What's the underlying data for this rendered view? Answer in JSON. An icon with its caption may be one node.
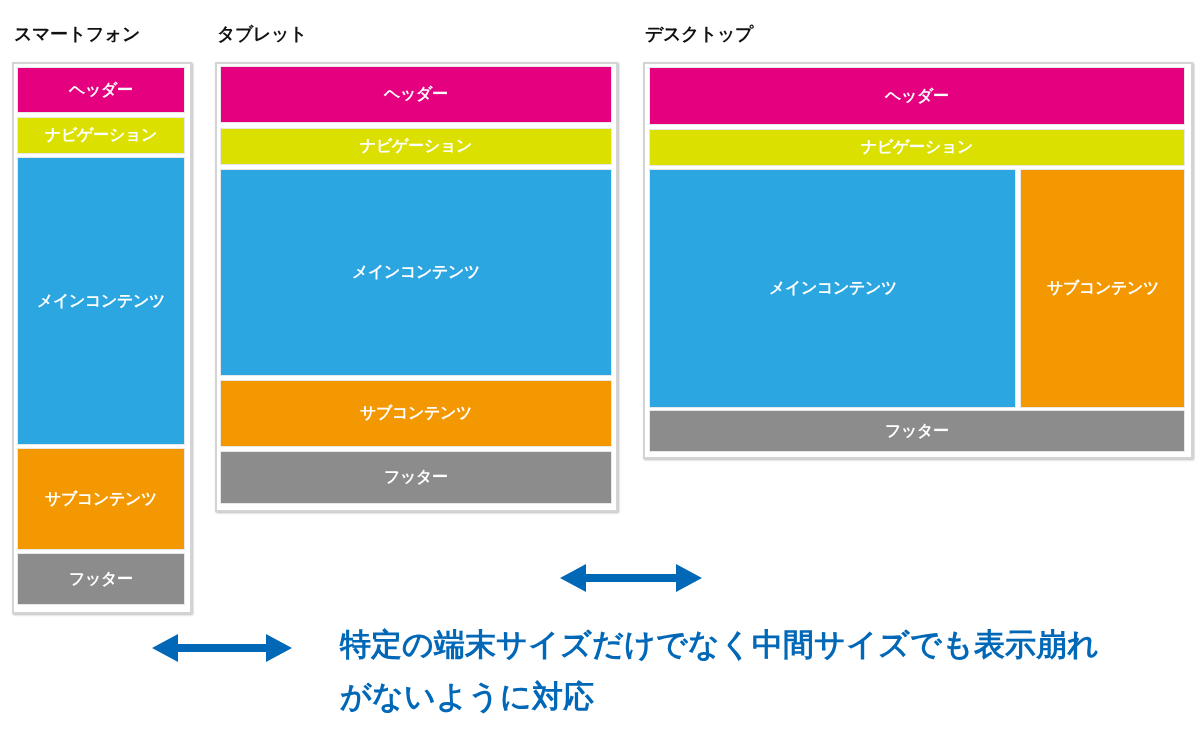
{
  "diagram": {
    "nodes": [
      {
        "text": [
          "スマートフォン"
        ]
      },
      {
        "text": [
          "ヘッダー"
        ],
        "in": 0
      },
      {
        "text": [
          "ナビゲーション"
        ],
        "in": 0
      },
      {
        "text": [
          "メインコンテンツ"
        ],
        "in": 0
      },
      {
        "text": [
          "サブコンテンツ"
        ],
        "in": 0
      },
      {
        "text": [
          "フッター"
        ],
        "in": 0
      },
      {
        "text": [
          "タブレット"
        ]
      },
      {
        "text": [
          "ヘッダー"
        ],
        "in": 6
      },
      {
        "text": [
          "ナビゲーション"
        ],
        "in": 6
      },
      {
        "text": [
          "メインコンテンツ"
        ],
        "in": 6
      },
      {
        "text": [
          "サブコンテンツ"
        ],
        "in": 6
      },
      {
        "text": [
          "フッター"
        ],
        "in": 6
      },
      {
        "text": [
          "デスクトップ"
        ]
      },
      {
        "text": [
          "ヘッダー"
        ],
        "in": 12
      },
      {
        "text": [
          "ナビゲーション"
        ],
        "in": 12
      },
      {
        "text": [
          "メインコンテンツ"
        ],
        "in": 12
      },
      {
        "text": [
          "サブコンテンツ"
        ],
        "in": 12
      },
      {
        "text": [
          "フッター"
        ],
        "in": 12
      }
    ],
    "edges": [],
    "labels": [
      "特定の端末サイズだけでなく中間サイズでも表示崩れがないように対応"
    ]
  }
}
